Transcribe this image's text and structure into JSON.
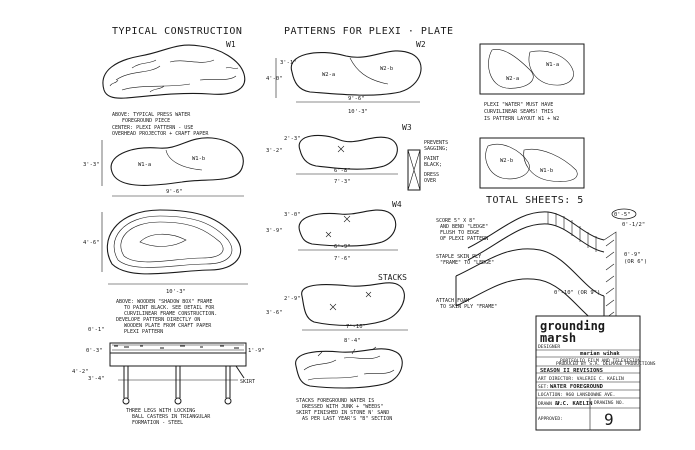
{
  "headings": {
    "typical_construction": "TYPICAL CONSTRUCTION",
    "patterns": "PATTERNS FOR PLEXI · PLATE",
    "total_sheets": "TOTAL SHEETS: 5",
    "stacks": "STACKS"
  },
  "view_labels": {
    "w1": "W1",
    "w2": "W2",
    "w3": "W3",
    "w4": "W4"
  },
  "piece_labels": {
    "w1a": "W1-a",
    "w1b": "W1-b",
    "w2a": "W2-a",
    "w2b": "W2-b",
    "layout_w2a": "W2-a",
    "layout_w1a": "W1-a",
    "layout_w2b": "W2-b",
    "layout_w1b": "W1-b"
  },
  "dimensions": {
    "w1_height": "3'-3\"",
    "w1_inner_width": "9'-6\"",
    "w1_lower_height": "4'-6\"",
    "w1_outer_width": "10'-3\"",
    "w2_top": "3'-1\"",
    "w2_height": "4'-0\"",
    "w2_inner_width": "9'-6\"",
    "w2_outer_width": "10'-3\"",
    "w3_top": "2'-3\"",
    "w3_height": "3'-2\"",
    "w3_inner_width": "6'-8\"",
    "w3_outer_width": "7'-3\"",
    "w4_top": "3'-0\"",
    "w4_height": "3'-9\"",
    "w4_inner_width": "6'-9\"",
    "w4_outer_width": "7'-6\"",
    "stacks_top": "2'-9\"",
    "stacks_height": "3'-6\"",
    "stacks_inner_width": "7'-10\"",
    "stacks_outer_width": "8'-4\"",
    "base_top": "0'-1\"",
    "base_depth": "0'-3\"",
    "base_height": "4'-2\"",
    "leg_height": "3'-4\"",
    "skirt_height": "1'-9\"",
    "sheet_height": "0'-5\"",
    "sheet_rise": "0'-1/2\"",
    "sheet_depth": "0'-9\"",
    "sheet_depth_alt": "(OR 6\")",
    "sheet_width": "0'-10\" (OR 9\")"
  },
  "notes": {
    "w1_above": [
      "ABOVE: TYPICAL PRESS WATER",
      "FOREGROUND PIECE"
    ],
    "w1_center": [
      "CENTER: PLEXI PATTERN - USE",
      "OVERHEAD PROJECTOR + CRAFT PAPER"
    ],
    "w1_below": [
      "ABOVE: WOODEN \"SHADOW BOX\" FRAME",
      "TO PAINT BLACK. SEE DETAIL FOR",
      "CURVILINEAR FRAME CONSTRUCTION.",
      "DEVELOPE PATTERN DIRECTLY ON",
      "WOODEN PLATE FROM CRAFT PAPER",
      "PLEXI PATTERN"
    ],
    "legs": [
      "THREE LEGS WITH LOCKING",
      "BALL CASTERS IN TRIANGULAR",
      "FORMATION - STEEL"
    ],
    "skirt": "SKIRT",
    "w3_side": [
      "PREVENTS",
      "SAGGING;",
      "PAINT",
      "BLACK;",
      "DRESS",
      "OVER"
    ],
    "plexi_must": [
      "PLEXI \"WATER\" MUST HAVE",
      "CURVILINEAR SEAMS! THIS",
      "IS PATTERN LAYOUT W1 + W2"
    ],
    "score": [
      "SCORE 5\" X 8\"",
      "AND BEND \"LEDGE\"",
      "FLUSH TO EDGE",
      "OF PLEXI PATTERN"
    ],
    "staple": [
      "STAPLE SKIN PLY",
      "\"FRAME\" TO \"LEDGE\""
    ],
    "attach": [
      "ATTACH FOAM",
      "TO SKIN PLY \"FRAME\""
    ],
    "stacks_notes": [
      "STACKS FOREGROUND WATER IS",
      "DRESSED WITH JUNK + \"WEEDS\"",
      "SKIRT FINISHED IN STONE N' SAND",
      "AS PER LAST YEAR'S \"B\" SECTION"
    ]
  },
  "title_block": {
    "logo_line1": "grounding",
    "logo_line2": "marsh",
    "designer_label": "DESIGNER",
    "designer": "marian wihak",
    "company_line1": "PORTFOLIO FILM AND TELEVISION",
    "company_line2": "PRODUCED BY S.A. DELMAGE PRODUCTIONS",
    "season": "SEASON II REVISIONS",
    "art_director": "ART DIRECTOR: VALERIE C. KAELIN",
    "set_label": "SET:",
    "set_value": "WATER FOREGROUND",
    "location": "LOCATION: 960 LANSDOWNE AVE.",
    "drawn_by_label": "DRAWN BY:",
    "drawn_by": "V.C. KAELIN",
    "drawing_no_label": "DRAWING NO.",
    "drawing_no": "9",
    "approved": "APPROVED:"
  },
  "colors": {
    "ink": "#1a1a1a",
    "paper": "#ffffff"
  }
}
